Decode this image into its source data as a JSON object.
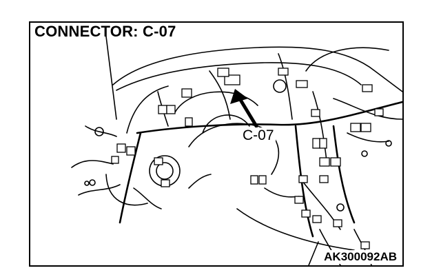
{
  "title": "CONNECTOR: C-07",
  "callout_label": "C-07",
  "reference_code": "AK300092AB",
  "colors": {
    "line": "#000000",
    "background": "#ffffff"
  }
}
